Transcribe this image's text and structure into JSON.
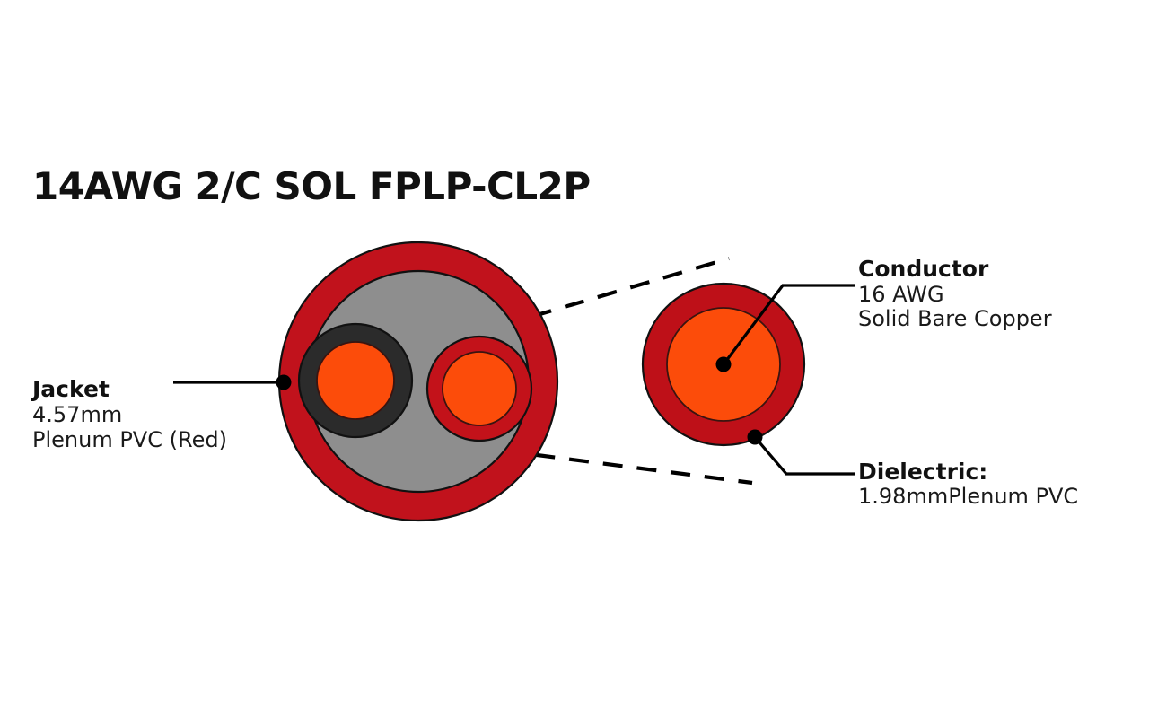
{
  "title": "14AWG 2/C SOL FPLP-CL2P",
  "diagram": {
    "name": "cable-cross-section",
    "colors": {
      "jacket_red": "#C1121C",
      "filler_gray": "#8E8E8E",
      "insulation_black": "#2B2B2B",
      "insulation_red": "#C3121A",
      "copper_orange": "#FC4C0A",
      "dielectric_dark_red": "#BE1018",
      "outline": "#111111",
      "background": "#FFFFFF"
    }
  },
  "callouts": {
    "jacket": {
      "heading": "Jacket",
      "line1": "4.57mm",
      "line2": "Plenum PVC (Red)"
    },
    "conductor": {
      "heading": "Conductor",
      "line1": "16 AWG",
      "line2": "Solid Bare Copper"
    },
    "dielectric": {
      "heading": "Dielectric:",
      "line1": "1.98mmPlenum PVC"
    }
  }
}
